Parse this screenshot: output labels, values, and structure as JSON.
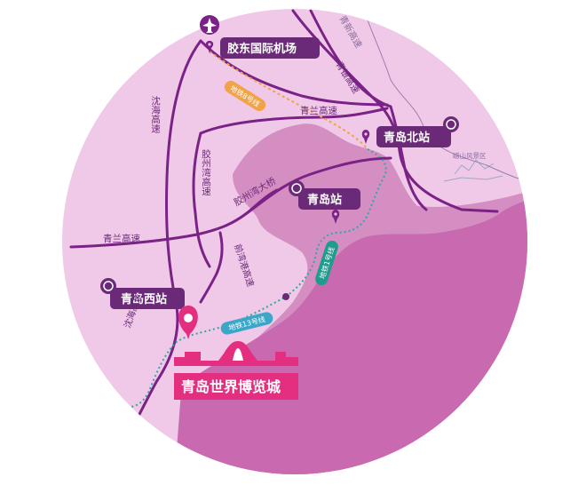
{
  "colors": {
    "background_circle": "#efc9e7",
    "sea": "#d58ec2",
    "land_dark": "#c96ab0",
    "road": "#7b2287",
    "label_bg": "#6b2a78",
    "metro_teal": "#2fa8a0",
    "metro8": "#1e9c8e",
    "metro13": "#3aa7c8",
    "orange": "#f0a347",
    "expo_pink": "#e42f80"
  },
  "stations": {
    "airport": "胶东国际机场",
    "north": "青岛北站",
    "qingdao": "青岛站",
    "west": "青岛西站"
  },
  "roads": {
    "shenhai": "沈海高速",
    "qinglan_top": "青兰高速",
    "qinglan_left": "青兰高速",
    "jiaozhouwan_highway": "胶州湾高速",
    "jiaozhouwan_bridge": "胶州湾大桥",
    "qingyin": "青银高速",
    "northeast": "青新高速",
    "diagonal": "前湾港高速",
    "shenhai_bottom": "沈海高速"
  },
  "metro_lines": {
    "line8": "地铁8号线",
    "line13": "地铁13号线",
    "line1": "地铁1号线"
  },
  "landmark_label": "崂山风景区",
  "destination": "青岛世界博览城",
  "icons": [
    "airplane-icon",
    "train-icon",
    "location-pin-icon"
  ]
}
